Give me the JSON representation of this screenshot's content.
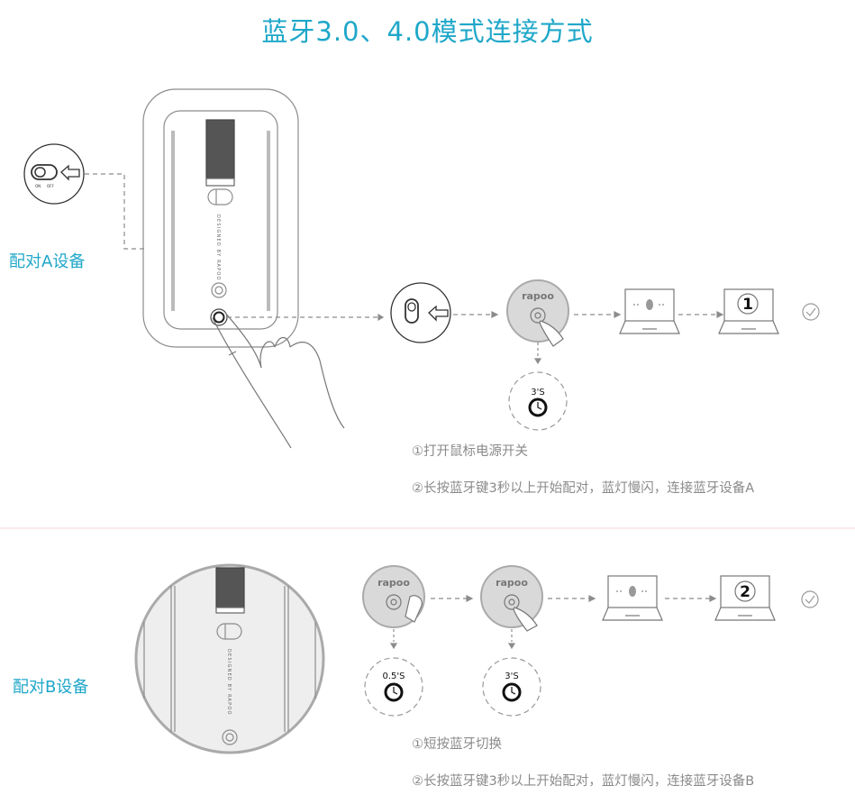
{
  "title": "蓝牙3.0、4.0模式连接方式",
  "colors": {
    "accent": "#1fa7c9",
    "caption": "#8a8a8a",
    "line": "#8c8c8c",
    "divider": "#fbe9ea",
    "disc": "#d9d9d9"
  },
  "section_a": {
    "label": "配对A设备",
    "switch_labels": {
      "on": "ON",
      "off": "OFF"
    },
    "mouse_text": "DESIGNED BY RAPOO",
    "brand": "rapoo",
    "timer": "3'S",
    "laptop_number": "1",
    "steps": [
      "①打开鼠标电源开关",
      "②长按蓝牙键3秒以上开始配对，蓝灯慢闪，连接蓝牙设备A"
    ],
    "icons": [
      "power-switch-icon",
      "arrow-left-icon",
      "bluetooth-button-icon",
      "timer-icon",
      "laptop-bluetooth-icon",
      "laptop-number-icon",
      "check-circle-icon"
    ]
  },
  "section_b": {
    "label": "配对B设备",
    "mouse_text": "DESIGNED BY RAPOO",
    "brand": "rapoo",
    "timer_short": "0.5'S",
    "timer_long": "3'S",
    "laptop_number": "2",
    "steps": [
      "①短按蓝牙切换",
      "②长按蓝牙键3秒以上开始配对，蓝灯慢闪，连接蓝牙设备B"
    ],
    "icons": [
      "bluetooth-button-icon",
      "timer-icon",
      "laptop-bluetooth-icon",
      "laptop-number-icon",
      "check-circle-icon"
    ]
  }
}
